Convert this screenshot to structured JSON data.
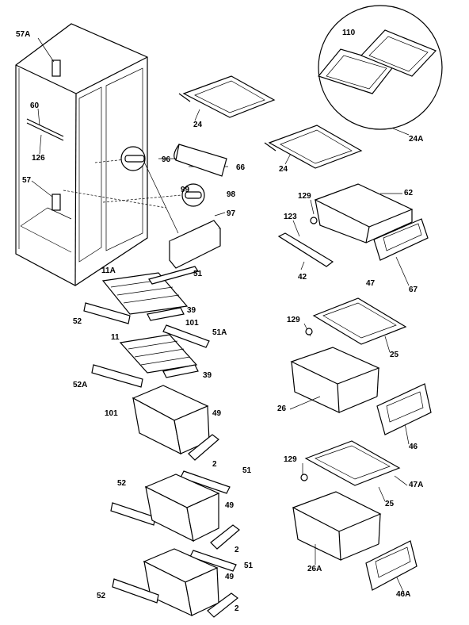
{
  "labels": {
    "l57A": "57A",
    "l60": "60",
    "l126": "126",
    "l57": "57",
    "l110": "110",
    "l24a": "24",
    "l24A": "24A",
    "l96": "96",
    "l66": "66",
    "l24b": "24",
    "l99": "99",
    "l98": "98",
    "l97": "97",
    "l129a": "129",
    "l62": "62",
    "l123": "123",
    "l42": "42",
    "l67": "67",
    "l11A": "11A",
    "l51a": "51",
    "l52a": "52",
    "l39a": "39",
    "l101a": "101",
    "l51A": "51A",
    "l11": "11",
    "l39b": "39",
    "l52A": "52A",
    "l101b": "101",
    "l47": "47",
    "l129b": "129",
    "l25a": "25",
    "l26": "26",
    "l46": "46",
    "l49a": "49",
    "l2a": "2",
    "l51b": "51",
    "l52b": "52",
    "l49b": "49",
    "l2b": "2",
    "l129c": "129",
    "l47A": "47A",
    "l25b": "25",
    "l26A": "26A",
    "l46A": "46A",
    "l52c": "52",
    "l49c": "49",
    "l51c": "51",
    "l2c": "2"
  }
}
